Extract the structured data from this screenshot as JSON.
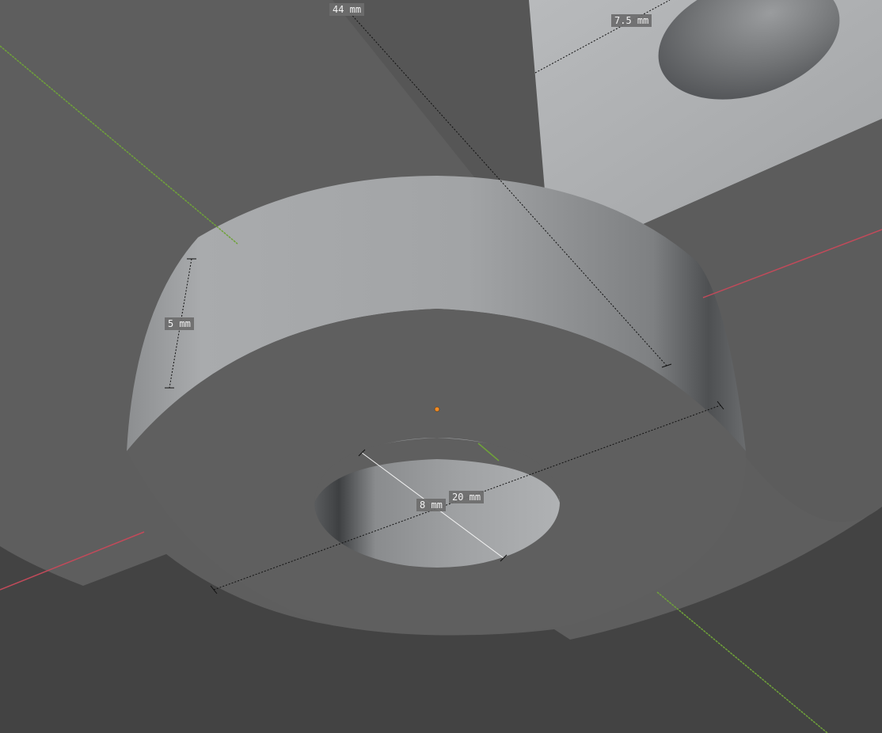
{
  "viewport": {
    "background_color": "#434343",
    "plate_color": "#5f5f5f",
    "boss_color": "#a6a8aa",
    "axis_colors": {
      "x_axis": "#c24a5a",
      "y_axis": "#6fa23a"
    },
    "center_marker_color": "#f08a24"
  },
  "dimensions": [
    {
      "id": "dim-44",
      "label": "44 mm"
    },
    {
      "id": "dim-7-5",
      "label": "7.5 mm"
    },
    {
      "id": "dim-5",
      "label": "5 mm"
    },
    {
      "id": "dim-8",
      "label": "8 mm"
    },
    {
      "id": "dim-20",
      "label": "20 mm"
    }
  ]
}
